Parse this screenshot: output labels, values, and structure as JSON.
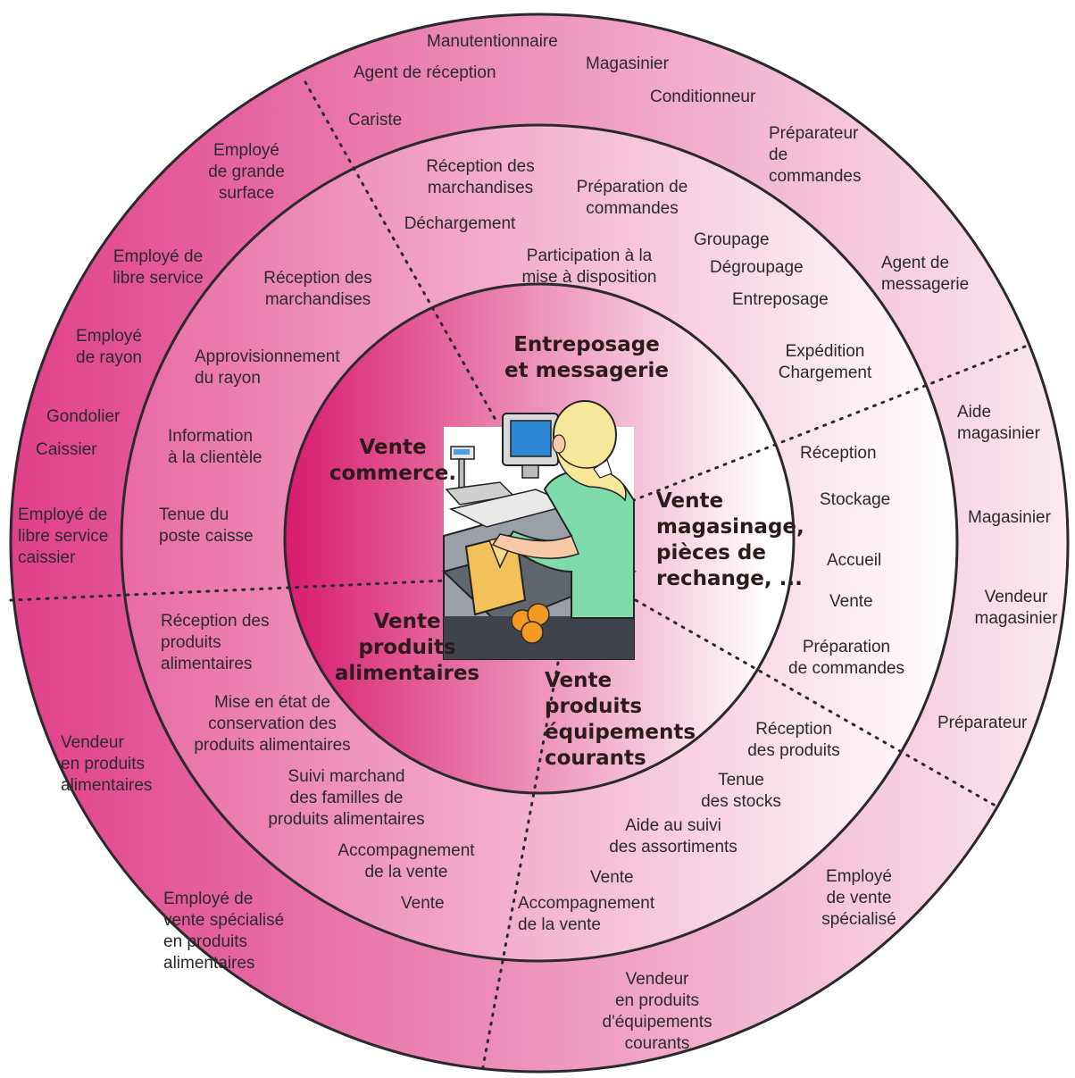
{
  "colors": {
    "outer_ring_dark": "#e0408a",
    "outer_ring_light": "#fbe9f1",
    "middle_ring_dark": "#e86aa2",
    "middle_ring_light": "#ffffff",
    "core_dark": "#d81b6e",
    "core_light": "#ffffff",
    "ring_border": "#2a2a2a",
    "divider": "#2a2a2a"
  },
  "illustration": {
    "icon": "cashier-at-checkout-icon"
  },
  "core": {
    "entreposage": "Entreposage\net messagerie",
    "commerce": "Vente\ncommerce.",
    "magasinage": "Vente\nmagasinage,\npièces de\nrechange, ...",
    "alimentaires": "Vente\nproduits\nalimentaires",
    "equipements": "Vente\nproduits\néquipements\ncourants"
  },
  "activities": {
    "entreposage": [
      "Réception des\nmarchandises",
      "Préparation de\ncommandes",
      "Déchargement",
      "Participation à la\nmise à disposition",
      "Groupage",
      "Dégroupage",
      "Entreposage",
      "Expédition\nChargement"
    ],
    "commerce": [
      "Réception des\nmarchandises",
      "Approvisionnement\ndu rayon",
      "Information\nà la clientèle",
      "Tenue du\nposte caisse"
    ],
    "magasinage": [
      "Réception",
      "Stockage",
      "Accueil",
      "Vente",
      "Préparation\nde commandes"
    ],
    "alimentaires": [
      "Réception des\nproduits\nalimentaires",
      "Mise en état de\nconservation des\nproduits alimentaires",
      "Suivi marchand\ndes familles de\nproduits alimentaires",
      "Accompagnement\nde la vente",
      "Vente"
    ],
    "equipements": [
      "Réception\ndes produits",
      "Tenue\ndes stocks",
      "Aide au suivi\ndes assortiments",
      "Vente",
      "Accompagnement\nde la vente"
    ]
  },
  "jobs": {
    "entreposage": [
      "Manutentionnaire",
      "Agent de réception",
      "Magasinier",
      "Conditionneur",
      "Cariste",
      "Préparateur\nde\ncommandes",
      "Agent de\nmessagerie"
    ],
    "commerce": [
      "Employé\nde grande\nsurface",
      "Employé de\nlibre service",
      "Employé\nde rayon",
      "Gondolier",
      "Caissier",
      "Employé de\nlibre service\ncaissier"
    ],
    "magasinage": [
      "Aide\nmagasinier",
      "Magasinier",
      "Vendeur\nmagasinier",
      "Préparateur"
    ],
    "alimentaires": [
      "Vendeur\nen produits\nalimentaires",
      "Employé de\nvente spécialisé\nen produits\nalimentaires"
    ],
    "equipements": [
      "Employé\nde vente\nspécialisé",
      "Vendeur\nen produits\nd'équipements\ncourants"
    ]
  }
}
